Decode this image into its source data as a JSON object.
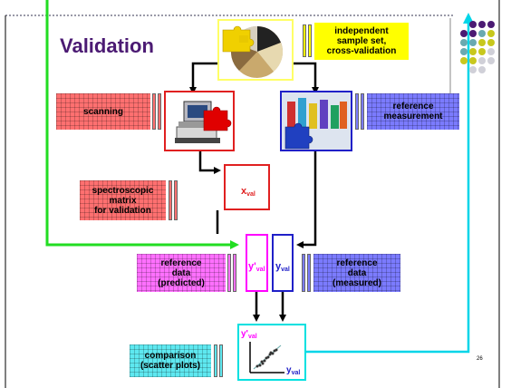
{
  "slide": {
    "title": "Validation",
    "page_number": "26"
  },
  "boxes": {
    "independent": "independent\nsample set,\ncross-validation",
    "scanning": "scanning",
    "reference_measurement": "reference\nmeasurement",
    "spectroscopic": "spectroscopic\nmatrix\nfor validation",
    "ref_predicted": "reference\ndata\n(predicted)",
    "ref_measured": "reference\ndata\n(measured)",
    "comparison": "comparison\n(scatter plots)"
  },
  "vars": {
    "x_val": {
      "main": "x",
      "sub": "val"
    },
    "y_pred": {
      "main": "y'",
      "sub": "val"
    },
    "y_meas": {
      "main": "y",
      "sub": "val"
    },
    "plot_y": {
      "main": "y'",
      "sub": "val"
    },
    "plot_x": {
      "main": "y",
      "sub": "val"
    }
  },
  "colors": {
    "title": "#4b1a73",
    "yellow": "#ffff00",
    "red_box": "#ff7070",
    "blue_box": "#7b7bff",
    "magenta_box": "#ff70ff",
    "cyan_box": "#5ee8f0",
    "green_line": "#22dd22",
    "cyan_line": "#00d5e8",
    "red_frame": "#e02020",
    "blue_frame": "#2020c8",
    "magenta_frame": "#ff00ff"
  },
  "decor": {
    "dot_colors": [
      "#4b1a73",
      "#c8c81e",
      "#6aa9b0",
      "#d0d0d8"
    ]
  }
}
